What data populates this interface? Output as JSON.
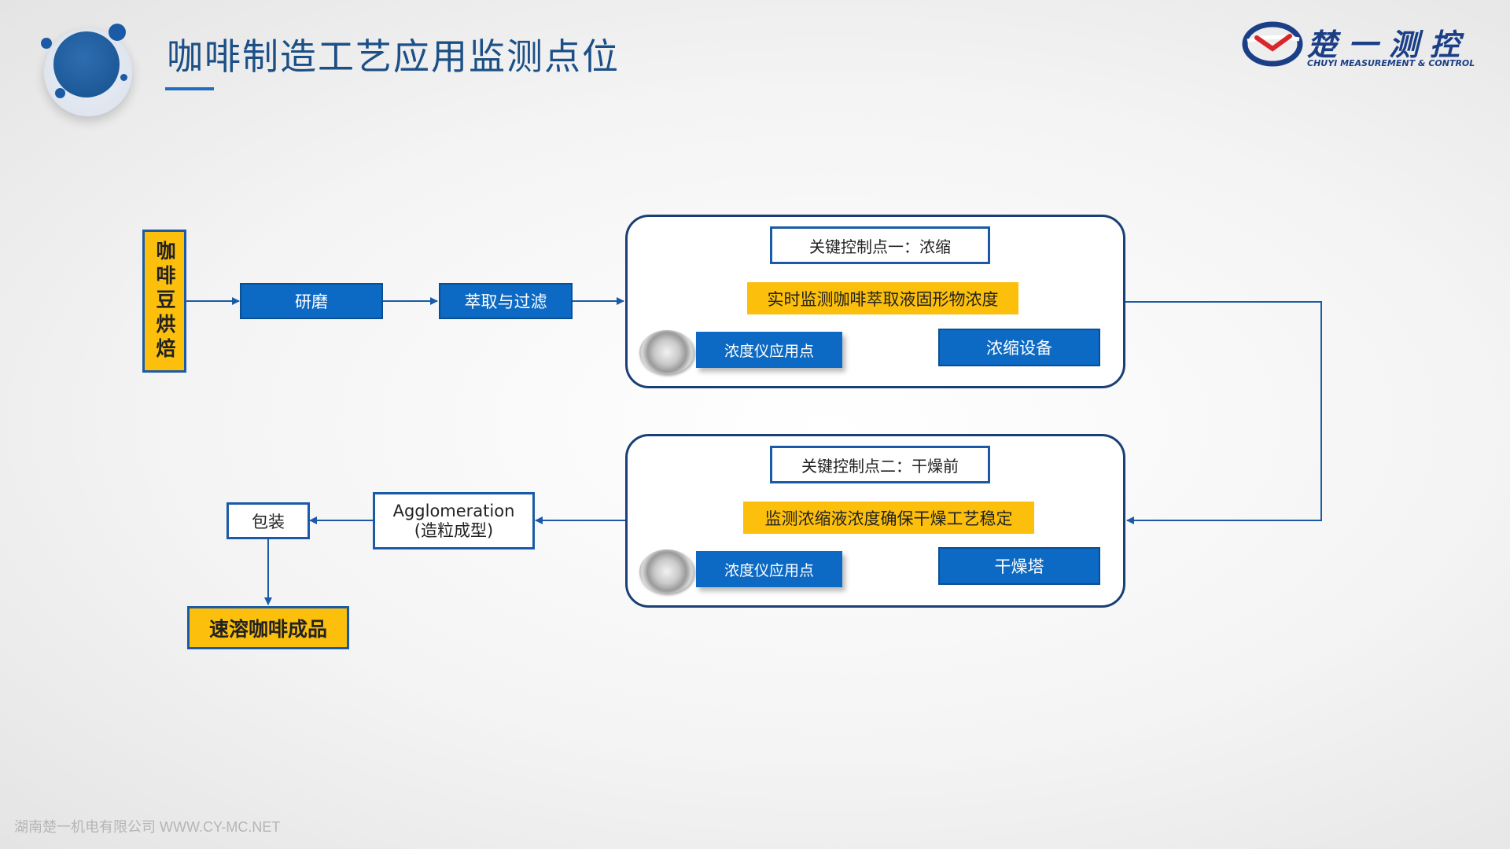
{
  "header": {
    "title": "咖啡制造工艺应用监测点位",
    "logo_name": "楚一测控",
    "logo_subtitle": "CHUYI MEASUREMENT & CONTROL"
  },
  "flow": {
    "start": "咖啡豆烘焙",
    "step_grind": "研磨",
    "step_extract": "萃取与过滤",
    "step_agglomeration_line1": "Agglomeration",
    "step_agglomeration_line2": "(造粒成型)",
    "step_package": "包装",
    "end": "速溶咖啡成品"
  },
  "control_point_1": {
    "title": "关键控制点一：浓缩",
    "description": "实时监测咖啡萃取液固形物浓度",
    "sensor_label": "浓度仪应用点",
    "equipment": "浓缩设备"
  },
  "control_point_2": {
    "title": "关键控制点二：干燥前",
    "description": "监测浓缩液浓度确保干燥工艺稳定",
    "sensor_label": "浓度仪应用点",
    "equipment": "干燥塔"
  },
  "footer": {
    "text": "湖南楚一机电有限公司 WWW.CY-MC.NET"
  },
  "colors": {
    "primary_blue": "#0d6ac4",
    "dark_blue": "#1a3f76",
    "highlight_yellow": "#fbbf0c"
  }
}
